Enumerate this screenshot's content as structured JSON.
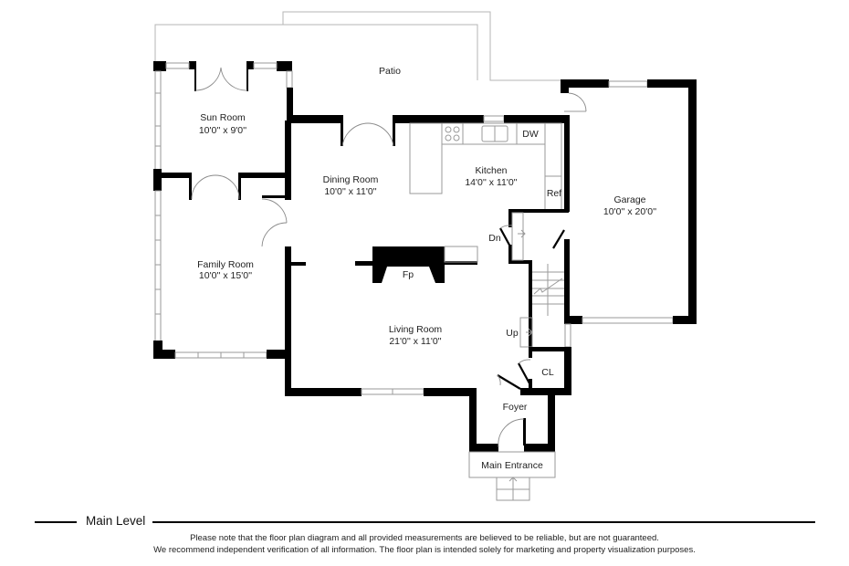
{
  "floor_plan": {
    "level_title": "Main Level",
    "rooms": [
      {
        "id": "patio",
        "name": "Patio",
        "dimensions": ""
      },
      {
        "id": "sun-room",
        "name": "Sun Room",
        "dimensions": "10'0'' x 9'0''"
      },
      {
        "id": "dining-room",
        "name": "Dining Room",
        "dimensions": "10'0'' x 11'0''"
      },
      {
        "id": "kitchen",
        "name": "Kitchen",
        "dimensions": "14'0'' x 11'0''"
      },
      {
        "id": "garage",
        "name": "Garage",
        "dimensions": "10'0'' x 20'0''"
      },
      {
        "id": "family-room",
        "name": "Family Room",
        "dimensions": "10'0'' x 15'0''"
      },
      {
        "id": "living-room",
        "name": "Living Room",
        "dimensions": "21'0'' x 11'0''"
      },
      {
        "id": "foyer",
        "name": "Foyer",
        "dimensions": ""
      },
      {
        "id": "main-entrance",
        "name": "Main Entrance",
        "dimensions": ""
      }
    ],
    "fixtures": {
      "dishwasher": "DW",
      "refrigerator": "Ref",
      "fireplace": "Fp",
      "closet": "CL",
      "stairs_down": "Dn",
      "stairs_up": "Up"
    }
  },
  "footer": {
    "disclaimer_line1": "Please note that the floor plan diagram and all provided measurements are believed to be reliable, but are not guaranteed.",
    "disclaimer_line2": "We recommend independent verification of all information. The floor plan is intended solely for marketing and property visualization purposes."
  }
}
